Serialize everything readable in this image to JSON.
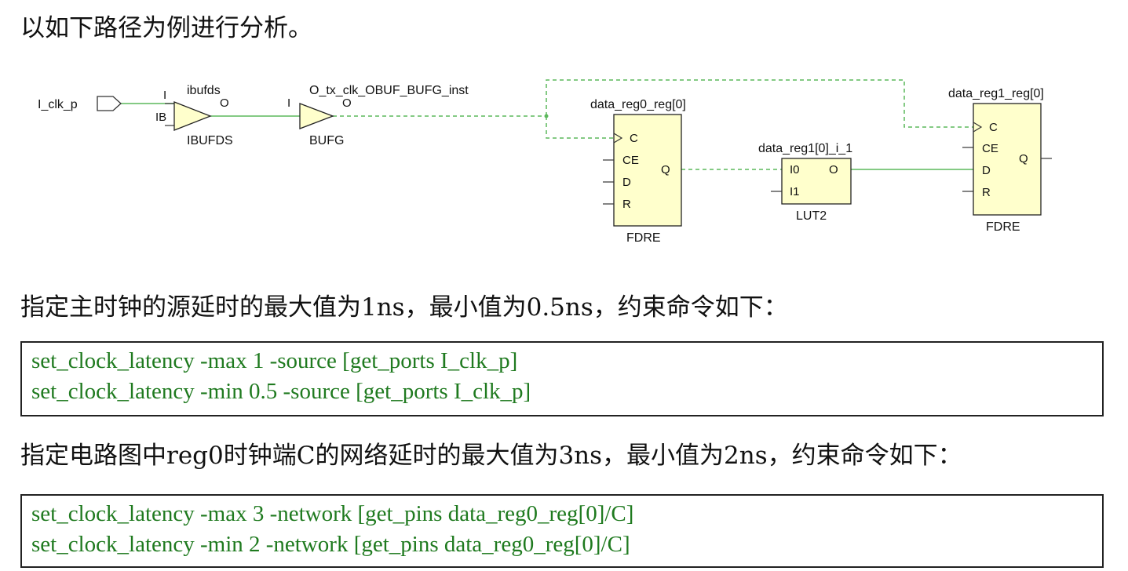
{
  "intro": "以如下路径为例进行分析。",
  "schematic": {
    "port": {
      "name": "I_clk_p"
    },
    "ibufds": {
      "instance": "ibufds",
      "type": "IBUFDS",
      "pin_i": "I",
      "pin_ib": "IB",
      "pin_o": "O"
    },
    "bufg": {
      "instance": "O_tx_clk_OBUF_BUFG_inst",
      "type": "BUFG",
      "pin_i": "I",
      "pin_o": "O"
    },
    "reg0": {
      "instance": "data_reg0_reg[0]",
      "type": "FDRE",
      "pins": [
        "C",
        "CE",
        "D",
        "R"
      ],
      "pin_q": "Q"
    },
    "lut": {
      "instance": "data_reg1[0]_i_1",
      "type": "LUT2",
      "pin_i0": "I0",
      "pin_i1": "I1",
      "pin_o": "O"
    },
    "reg1": {
      "instance": "data_reg1_reg[0]",
      "type": "FDRE",
      "pins": [
        "C",
        "CE",
        "D",
        "R"
      ],
      "pin_q": "Q"
    },
    "colors": {
      "wire": "#5cb85c",
      "cell_fill": "#ffffcc",
      "code": "#1f7a1f"
    }
  },
  "section1": {
    "text": "指定主时钟的源延时的最大值为1ns，最小值为0.5ns，约束命令如下：",
    "code": [
      "set_clock_latency -max 1 -source [get_ports I_clk_p]",
      "set_clock_latency -min 0.5 -source [get_ports I_clk_p]"
    ]
  },
  "section2": {
    "text": "指定电路图中reg0时钟端C的网络延时的最大值为3ns，最小值为2ns，约束命令如下：",
    "code": [
      "set_clock_latency -max 3 -network [get_pins data_reg0_reg[0]/C]",
      "set_clock_latency -min 2 -network [get_pins data_reg0_reg[0]/C]"
    ]
  }
}
